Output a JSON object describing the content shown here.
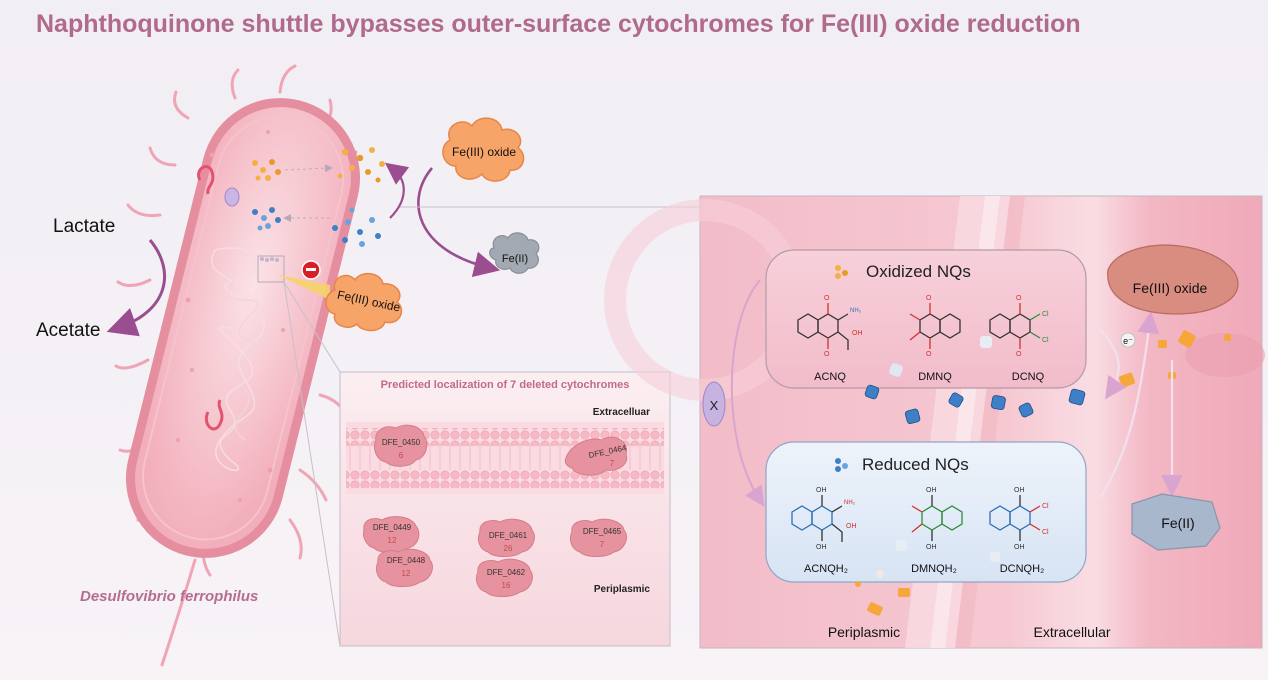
{
  "title": "Naphthoquinone shuttle bypasses outer-surface cytochromes for Fe(III) oxide reduction",
  "organism": "Desulfovibrio ferrophilus",
  "metabolism": {
    "substrate": "Lactate",
    "product": "Acetate"
  },
  "cell_labels": {
    "fe3_oxide_top": "Fe(III) oxide",
    "fe2_top": "Fe(II)",
    "fe3_oxide_blocked": "Fe(III) oxide"
  },
  "inset": {
    "title": "Predicted localization of 7 deleted cytochromes",
    "extracellular": "Extracelluar",
    "periplasmic": "Periplasmic",
    "cytochromes": [
      {
        "id": "DFE_0450",
        "heme": "6"
      },
      {
        "id": "DFE_0464",
        "heme": "7"
      },
      {
        "id": "DFE_0449",
        "heme": "12"
      },
      {
        "id": "DFE_0461",
        "heme": "26"
      },
      {
        "id": "DFE_0465",
        "heme": "7"
      },
      {
        "id": "DFE_0448",
        "heme": "12"
      },
      {
        "id": "DFE_0462",
        "heme": "16"
      }
    ]
  },
  "zoom": {
    "blocked_marker": "X",
    "fe3_oxide": "Fe(III) oxide",
    "fe2": "Fe(II)",
    "electron": "e⁻",
    "periplasmic": "Periplasmic",
    "extracellular": "Extracellular",
    "oxidized": {
      "title": "Oxidized NQs",
      "compounds": [
        "ACNQ",
        "DMNQ",
        "DCNQ"
      ]
    },
    "reduced": {
      "title": "Reduced NQs",
      "compounds": [
        "ACNQH₂",
        "DMNQH₂",
        "DCNQH₂"
      ]
    }
  },
  "colors": {
    "title": "#b06a8c",
    "cell_fill": "#f2b3be",
    "membrane": "#e58ea0",
    "oxide_orange": "#f39b62",
    "reduced_blue": "#2f6fb8",
    "chem_red": "#d0312d",
    "chem_blue": "#2f6fb8",
    "chem_green": "#2f8a3a"
  }
}
